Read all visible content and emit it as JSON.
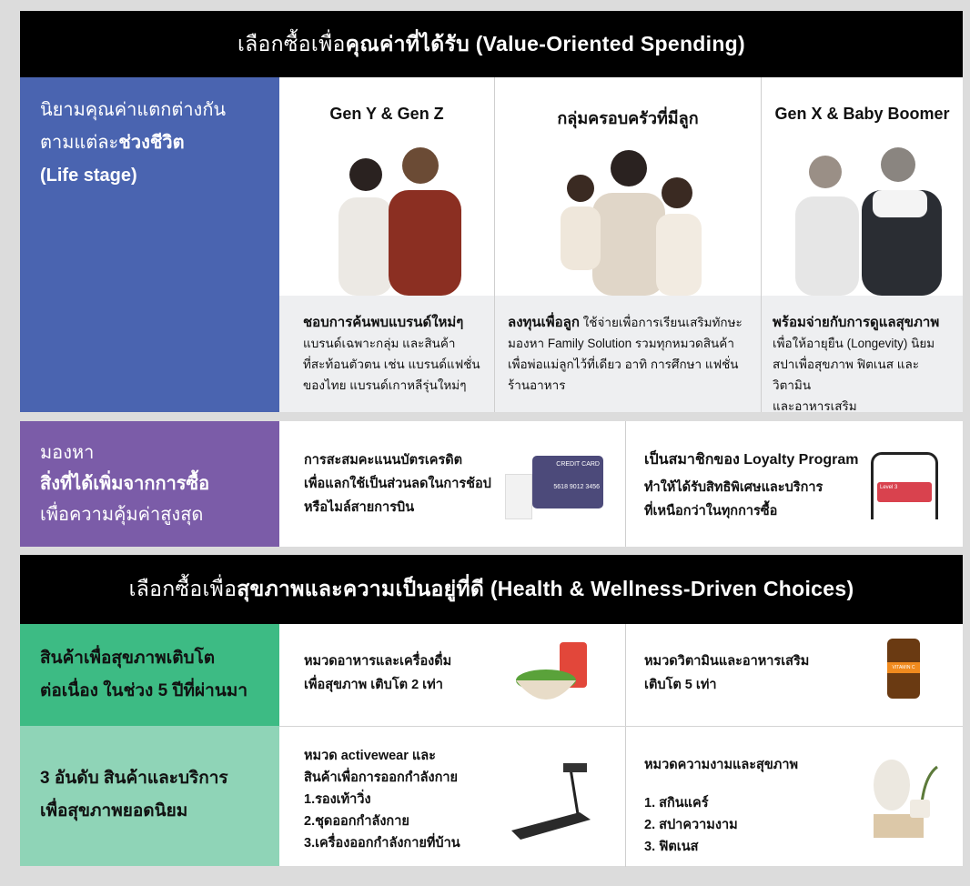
{
  "section1": {
    "title_regular": "เลือกซื้อเพื่อ",
    "title_bold": "คุณค่าที่ได้รับ (Value-Oriented Spending)"
  },
  "life_stage": {
    "side_line1": "นิยามคุณค่าแตกต่างกัน",
    "side_line2_regular": "ตามแต่ละ",
    "side_line2_bold": "ช่วงชีวิต",
    "side_line3": "(Life stage)",
    "groups": [
      {
        "title": "Gen Y & Gen Z",
        "lead": "ชอบการค้นพบแบรนด์ใหม่ๆ",
        "lines": [
          "แบรนด์เฉพาะกลุ่ม และสินค้า",
          "ที่สะท้อนตัวตน เช่น แบรนด์แฟชั่น",
          "ของไทย แบรนด์เกาหลีรุ่นใหม่ๆ"
        ]
      },
      {
        "title": "กลุ่มครอบครัวที่มีลูก",
        "lead": "ลงทุนเพื่อลูก",
        "lines": [
          " ใช้จ่ายเพื่อการเรียนเสริมทักษะ",
          "มองหา Family Solution รวมทุกหมวดสินค้า",
          "เพื่อพ่อแม่ลูกไว้ที่เดียว อาทิ การศึกษา แฟชั่น",
          "ร้านอาหาร"
        ]
      },
      {
        "title": "Gen X & Baby Boomer",
        "lead": "พร้อมจ่ายกับการดูแลสุขภาพ",
        "lines": [
          "เพื่อให้อายุยืน (Longevity) นิยม",
          "สปาเพื่อสุขภาพ ฟิตเนส และวิตามิน",
          "และอาหารเสริม"
        ]
      }
    ]
  },
  "extras": {
    "side_line1": "มองหา",
    "side_line2": "สิ่งที่ได้เพิ่มจากการซื้อ",
    "side_line3": "เพื่อความคุ้มค่าสูงสุด",
    "items": [
      {
        "lines": [
          "การสะสมคะแนนบัตรเครดิต",
          "เพื่อแลกใช้เป็นส่วนลดในการช้อป",
          "หรือไมล์สายการบิน"
        ],
        "image_text": "CREDIT CARD",
        "card_number": "5618 9012 3456"
      },
      {
        "lines": [
          "เป็นสมาชิกของ Loyalty Program",
          "ทำให้ได้รับสิทธิพิเศษและบริการ",
          "ที่เหนือกว่าในทุกการซื้อ"
        ],
        "image_text": "Level 3"
      }
    ]
  },
  "section2": {
    "title_regular": "เลือกซื้อเพื่อ",
    "title_bold": "สุขภาพและความเป็นอยู่ที่ดี (Health & Wellness-Driven Choices)"
  },
  "growth": {
    "side_line1": "สินค้าเพื่อสุขภาพเติบโต",
    "side_line2": "ต่อเนื่อง ในช่วง 5 ปีที่ผ่านมา",
    "items": [
      {
        "lines": [
          "หมวดอาหารและเครื่องดื่ม",
          "เพื่อสุขภาพ เติบโต 2 เท่า"
        ]
      },
      {
        "lines": [
          "หมวดวิตามินและอาหารเสริม",
          "เติบโต 5 เท่า"
        ],
        "image_text": "VITAMIN C"
      }
    ]
  },
  "top3": {
    "side_line1": "3 อันดับ สินค้าและบริการ",
    "side_line2": "เพื่อสุขภาพยอดนิยม",
    "items": [
      {
        "heading": [
          "หมวด activewear และ",
          "สินค้าเพื่อการออกกำลังกาย"
        ],
        "list": [
          "1.รองเท้าวิ่ง",
          "2.ชุดออกกำลังกาย",
          "3.เครื่องออกกำลังกายที่บ้าน"
        ]
      },
      {
        "heading": [
          "หมวดความงามและสุขภาพ"
        ],
        "list": [
          "1. สกินแคร์",
          "2. สปาความงาม",
          "3. ฟิตเนส"
        ]
      }
    ]
  },
  "colors": {
    "blue": "#4a64b0",
    "purple": "#7b5ca8",
    "green": "#3dbb84",
    "light_green": "#8fd4b7",
    "black": "#000000"
  }
}
